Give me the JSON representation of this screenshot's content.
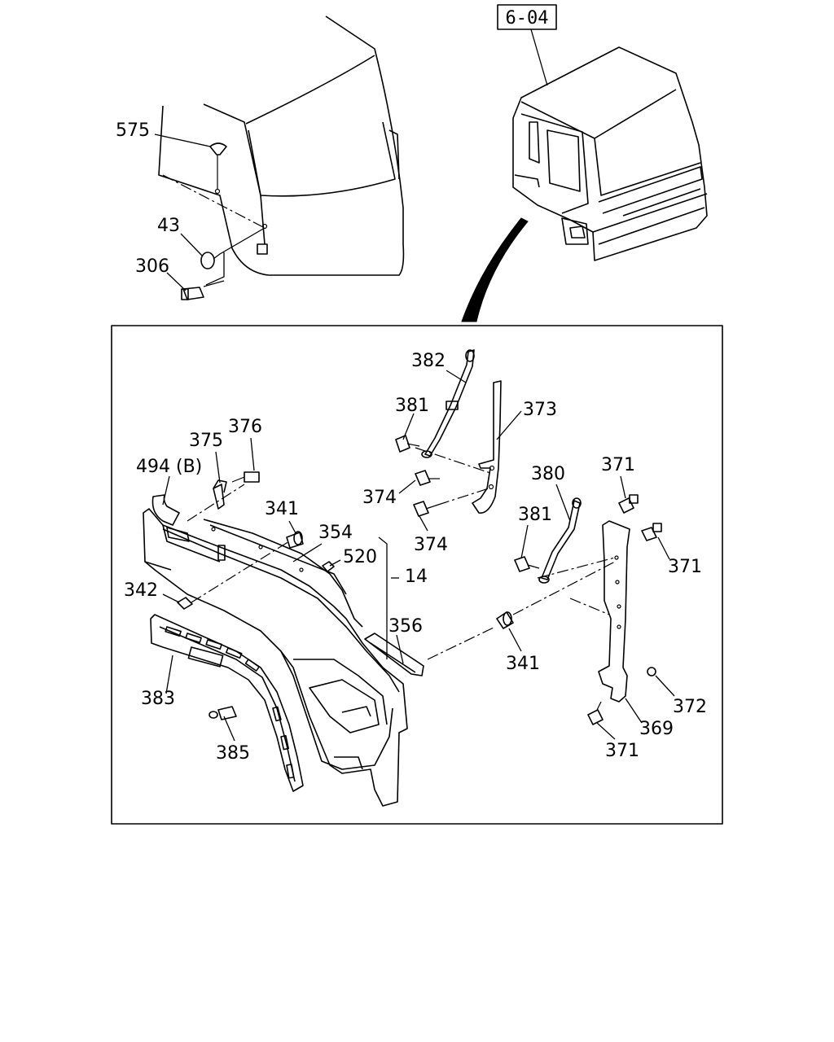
{
  "reference_box": "6-04",
  "part_labels": [
    {
      "id": "575",
      "text": "575"
    },
    {
      "id": "43",
      "text": "43"
    },
    {
      "id": "306",
      "text": "306"
    },
    {
      "id": "382",
      "text": "382"
    },
    {
      "id": "381a",
      "text": "381"
    },
    {
      "id": "373",
      "text": "373"
    },
    {
      "id": "376",
      "text": "376"
    },
    {
      "id": "375",
      "text": "375"
    },
    {
      "id": "494b",
      "text": "494 (B)"
    },
    {
      "id": "374a",
      "text": "374"
    },
    {
      "id": "374b",
      "text": "374"
    },
    {
      "id": "380",
      "text": "380"
    },
    {
      "id": "371a",
      "text": "371"
    },
    {
      "id": "381b",
      "text": "381"
    },
    {
      "id": "341a",
      "text": "341"
    },
    {
      "id": "354",
      "text": "354"
    },
    {
      "id": "520",
      "text": "520"
    },
    {
      "id": "14",
      "text": "14"
    },
    {
      "id": "371b",
      "text": "371"
    },
    {
      "id": "342",
      "text": "342"
    },
    {
      "id": "356",
      "text": "356"
    },
    {
      "id": "341b",
      "text": "341"
    },
    {
      "id": "383",
      "text": "383"
    },
    {
      "id": "372",
      "text": "372"
    },
    {
      "id": "369",
      "text": "369"
    },
    {
      "id": "385",
      "text": "385"
    },
    {
      "id": "371c",
      "text": "371"
    }
  ]
}
